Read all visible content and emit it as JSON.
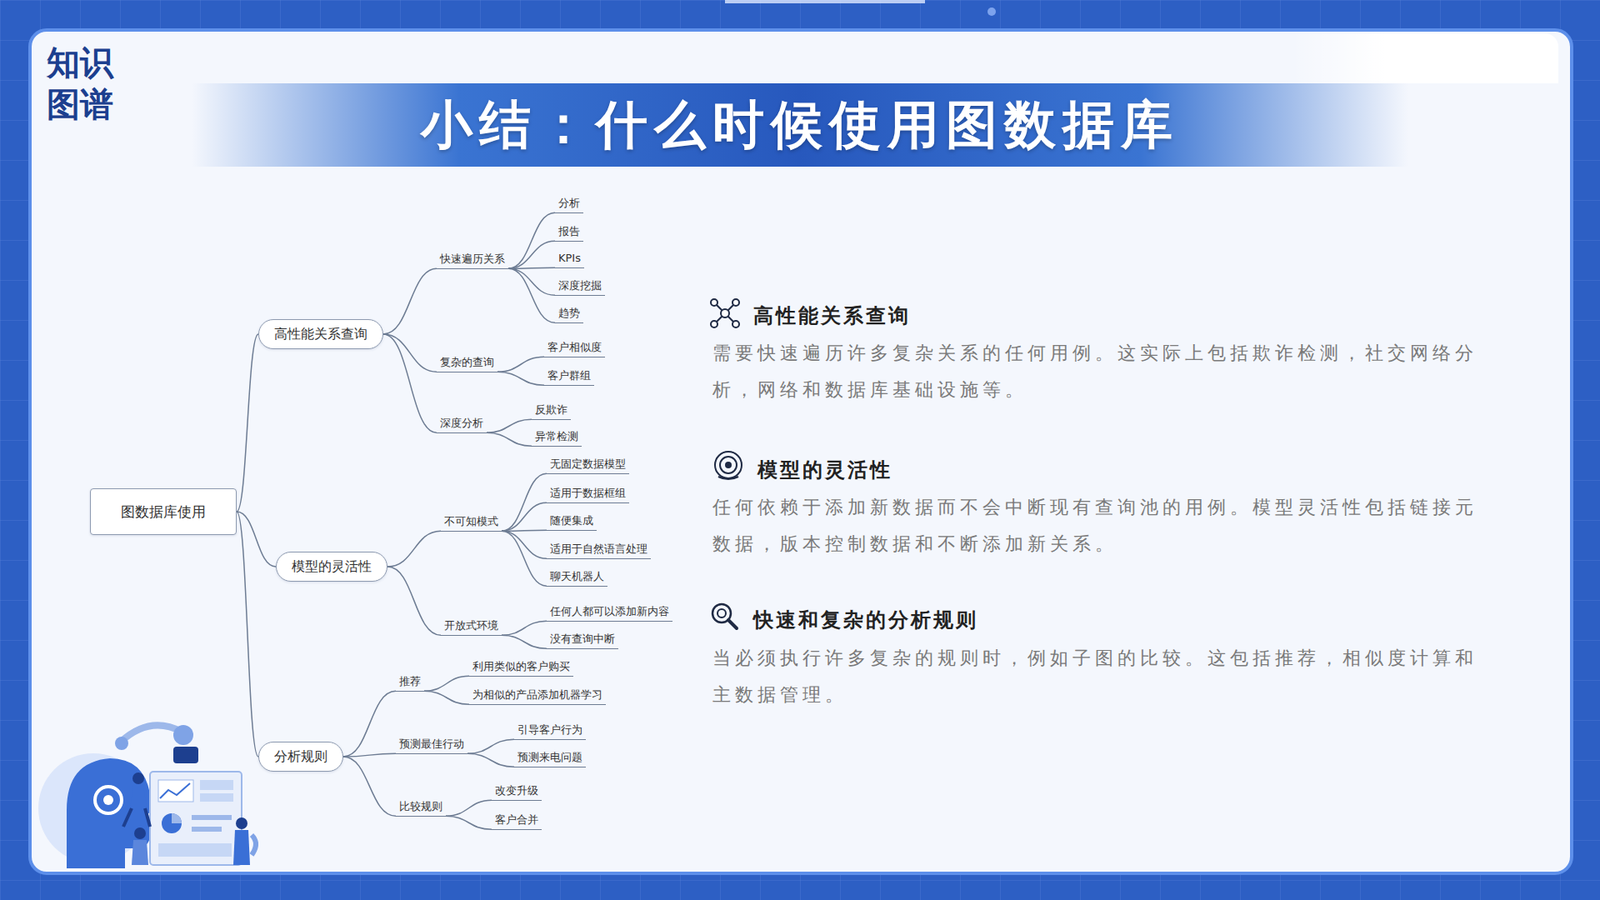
{
  "diagram": {
    "title": "小结：什么时候使用图数据库",
    "nodes": [
      {
        "text": [
          "图数据库使用"
        ]
      },
      {
        "text": [
          "高性能关系查询"
        ]
      },
      {
        "text": [
          "快速遍历关系"
        ]
      },
      {
        "text": [
          "分析"
        ]
      },
      {
        "text": [
          "报告"
        ]
      },
      {
        "text": [
          "KPIs"
        ]
      },
      {
        "text": [
          "深度挖掘"
        ]
      },
      {
        "text": [
          "趋势"
        ]
      },
      {
        "text": [
          "复杂的查询"
        ]
      },
      {
        "text": [
          "客户相似度"
        ]
      },
      {
        "text": [
          "客户群组"
        ]
      },
      {
        "text": [
          "深度分析"
        ]
      },
      {
        "text": [
          "反欺诈"
        ]
      },
      {
        "text": [
          "异常检测"
        ]
      },
      {
        "text": [
          "模型的灵活性"
        ]
      },
      {
        "text": [
          "不可知模式"
        ]
      },
      {
        "text": [
          "无固定数据模型"
        ]
      },
      {
        "text": [
          "适用于数据框组"
        ]
      },
      {
        "text": [
          "随便集成"
        ]
      },
      {
        "text": [
          "适用于自然语言处理"
        ]
      },
      {
        "text": [
          "聊天机器人"
        ]
      },
      {
        "text": [
          "开放式环境"
        ]
      },
      {
        "text": [
          "任何人都可以添加新内容"
        ]
      },
      {
        "text": [
          "没有查询中断"
        ]
      },
      {
        "text": [
          "分析规则"
        ]
      },
      {
        "text": [
          "推荐"
        ]
      },
      {
        "text": [
          "利用类似的客户购买"
        ]
      },
      {
        "text": [
          "为相似的产品添加机器学习"
        ]
      },
      {
        "text": [
          "预测最佳行动"
        ]
      },
      {
        "text": [
          "引导客户行为"
        ]
      },
      {
        "text": [
          "预测来电问题"
        ]
      },
      {
        "text": [
          "比较规则"
        ]
      },
      {
        "text": [
          "改变升级"
        ]
      },
      {
        "text": [
          "客户合并"
        ]
      }
    ],
    "edges": [
      {
        "from": 0,
        "to": 1,
        "arrow": "none"
      },
      {
        "from": 0,
        "to": 14,
        "arrow": "none"
      },
      {
        "from": 0,
        "to": 24,
        "arrow": "none"
      },
      {
        "from": 1,
        "to": 2,
        "arrow": "none"
      },
      {
        "from": 1,
        "to": 8,
        "arrow": "none"
      },
      {
        "from": 1,
        "to": 11,
        "arrow": "none"
      },
      {
        "from": 2,
        "to": 3,
        "arrow": "none"
      },
      {
        "from": 2,
        "to": 4,
        "arrow": "none"
      },
      {
        "from": 2,
        "to": 5,
        "arrow": "none"
      },
      {
        "from": 2,
        "to": 6,
        "arrow": "none"
      },
      {
        "from": 2,
        "to": 7,
        "arrow": "none"
      },
      {
        "from": 8,
        "to": 9,
        "arrow": "none"
      },
      {
        "from": 8,
        "to": 10,
        "arrow": "none"
      },
      {
        "from": 11,
        "to": 12,
        "arrow": "none"
      },
      {
        "from": 11,
        "to": 13,
        "arrow": "none"
      },
      {
        "from": 14,
        "to": 15,
        "arrow": "none"
      },
      {
        "from": 14,
        "to": 21,
        "arrow": "none"
      },
      {
        "from": 15,
        "to": 16,
        "arrow": "none"
      },
      {
        "from": 15,
        "to": 17,
        "arrow": "none"
      },
      {
        "from": 15,
        "to": 18,
        "arrow": "none"
      },
      {
        "from": 15,
        "to": 19,
        "arrow": "none"
      },
      {
        "from": 15,
        "to": 20,
        "arrow": "none"
      },
      {
        "from": 21,
        "to": 22,
        "arrow": "none"
      },
      {
        "from": 21,
        "to": 23,
        "arrow": "none"
      },
      {
        "from": 24,
        "to": 25,
        "arrow": "none"
      },
      {
        "from": 24,
        "to": 28,
        "arrow": "none"
      },
      {
        "from": 24,
        "to": 31,
        "arrow": "none"
      },
      {
        "from": 25,
        "to": 26,
        "arrow": "none"
      },
      {
        "from": 25,
        "to": 27,
        "arrow": "none"
      },
      {
        "from": 28,
        "to": 29,
        "arrow": "none"
      },
      {
        "from": 28,
        "to": 30,
        "arrow": "none"
      },
      {
        "from": 31,
        "to": 32,
        "arrow": "none"
      },
      {
        "from": 31,
        "to": 33,
        "arrow": "none"
      }
    ],
    "labels": [
      "知识图谱",
      "高性能关系查询",
      "需要快速遍历许多复杂关系的任何用例。这实际上包括欺诈检测，社交网络分析，网络和数据库基础设施等。",
      "模型的灵活性",
      "任何依赖于添加新数据而不会中断现有查询池的用例。模型灵活性包括链接元数据，版本控制数据和不断添加新关系。",
      "快速和复杂的分析规则",
      "当必须执行许多复杂的规则时，例如子图的比较。这包括推荐，相似度计算和主数据管理。"
    ]
  }
}
